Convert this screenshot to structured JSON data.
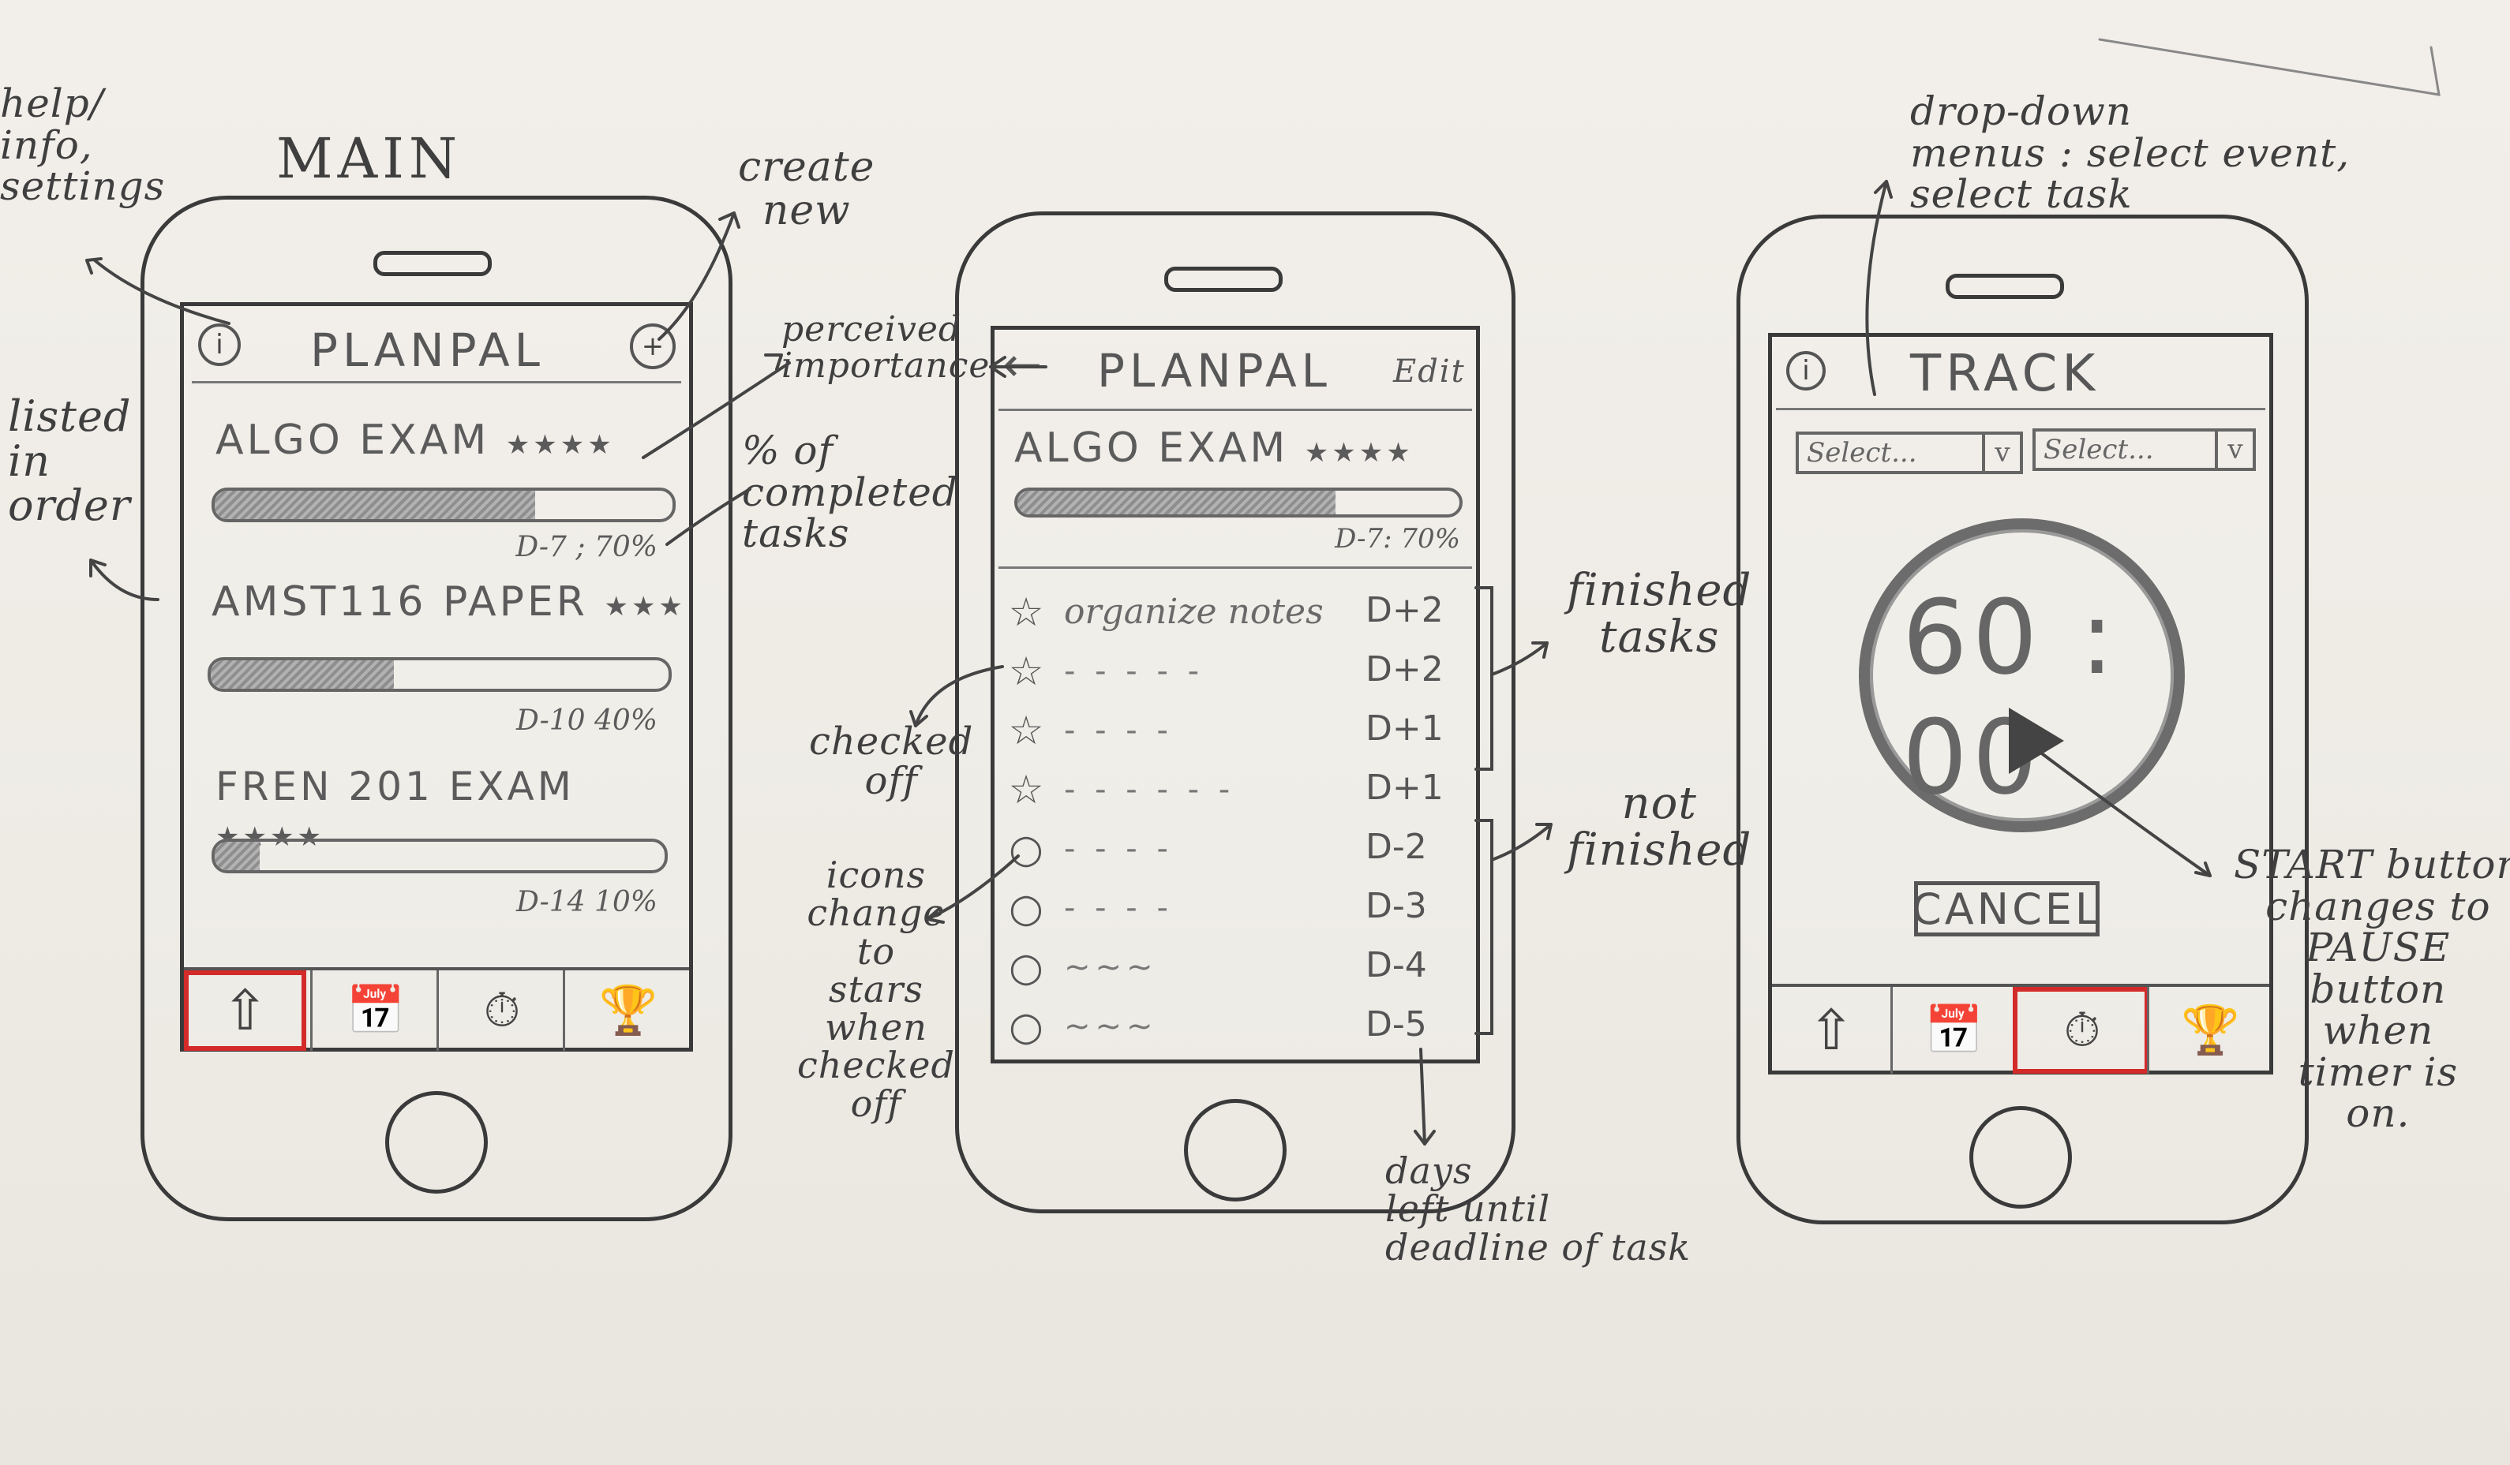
{
  "main_label": "MAIN",
  "phone1": {
    "header_title": "PLANPAL",
    "items": [
      {
        "title": "ALGO EXAM",
        "stars": "★★★★",
        "progress": 0.7,
        "meta": "D-7 ; 70%"
      },
      {
        "title": "AMST116 PAPER",
        "stars": "★★★",
        "progress": 0.4,
        "meta": "D-10  40%"
      },
      {
        "title": "FREN 201 EXAM",
        "stars": "★★★★",
        "progress": 0.1,
        "meta": "D-14  10%"
      }
    ],
    "tabs": [
      "home-icon",
      "calendar-icon",
      "stopwatch-icon",
      "trophy-icon"
    ],
    "active_tab": 0
  },
  "phone2": {
    "back_glyph": "←",
    "header_title": "PLANPAL",
    "edit_label": "Edit",
    "item_title": "ALGO EXAM",
    "item_stars": "★★★★",
    "item_progress": 0.7,
    "item_meta": "D-7: 70%",
    "tasks": [
      {
        "icon": "☆",
        "name": "organize notes",
        "due": "D+2",
        "finished": true
      },
      {
        "icon": "☆",
        "name": "- - - - -",
        "due": "D+2",
        "finished": true
      },
      {
        "icon": "☆",
        "name": "- - - -",
        "due": "D+1",
        "finished": true
      },
      {
        "icon": "☆",
        "name": "- - - - - -",
        "due": "D+1",
        "finished": true
      },
      {
        "icon": "○",
        "name": "- - - -",
        "due": "D-2",
        "finished": false
      },
      {
        "icon": "○",
        "name": "- - - -",
        "due": "D-3",
        "finished": false
      },
      {
        "icon": "○",
        "name": "~~~",
        "due": "D-4",
        "finished": false
      },
      {
        "icon": "○",
        "name": "~~~",
        "due": "D-5",
        "finished": false
      }
    ]
  },
  "phone3": {
    "header_title": "TRACK",
    "select1": "Select...",
    "select2": "Select...",
    "select_caret": "v",
    "timer": "60 : 00",
    "cancel_label": "CANCEL",
    "active_tab": 2
  },
  "annotations": {
    "help": "help/\ninfo,\nsettings",
    "create_new": "create\nnew",
    "listed": "listed\nin\norder",
    "perceived": "perceived\nimportance",
    "completed": "% of\ncompleted\ntasks",
    "checked_off": "checked\noff",
    "icons_change": "icons\nchange\nto\nstars\nwhen\nchecked\noff",
    "finished": "finished\ntasks",
    "not_finished": "not\nfinished",
    "days_left": "days\nleft until\ndeadline of task",
    "dropdown": "drop-down\nmenus : select event,\nselect task",
    "start_button": "START button\nchanges to\nPAUSE\nbutton\nwhen\ntimer is\non.",
    "help_circle": "i",
    "add_circle": "+"
  }
}
